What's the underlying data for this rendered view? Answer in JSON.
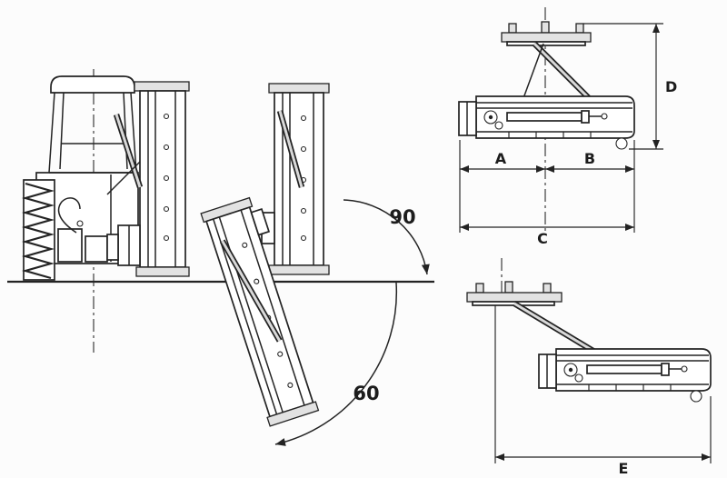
{
  "page": {
    "background_color": "#fcfcfc",
    "line_color": "#232323"
  },
  "annotations": {
    "angle_90": "90",
    "angle_60": "60",
    "dim_a": "A",
    "dim_b": "B",
    "dim_c": "C",
    "dim_d": "D",
    "dim_e": "E"
  }
}
